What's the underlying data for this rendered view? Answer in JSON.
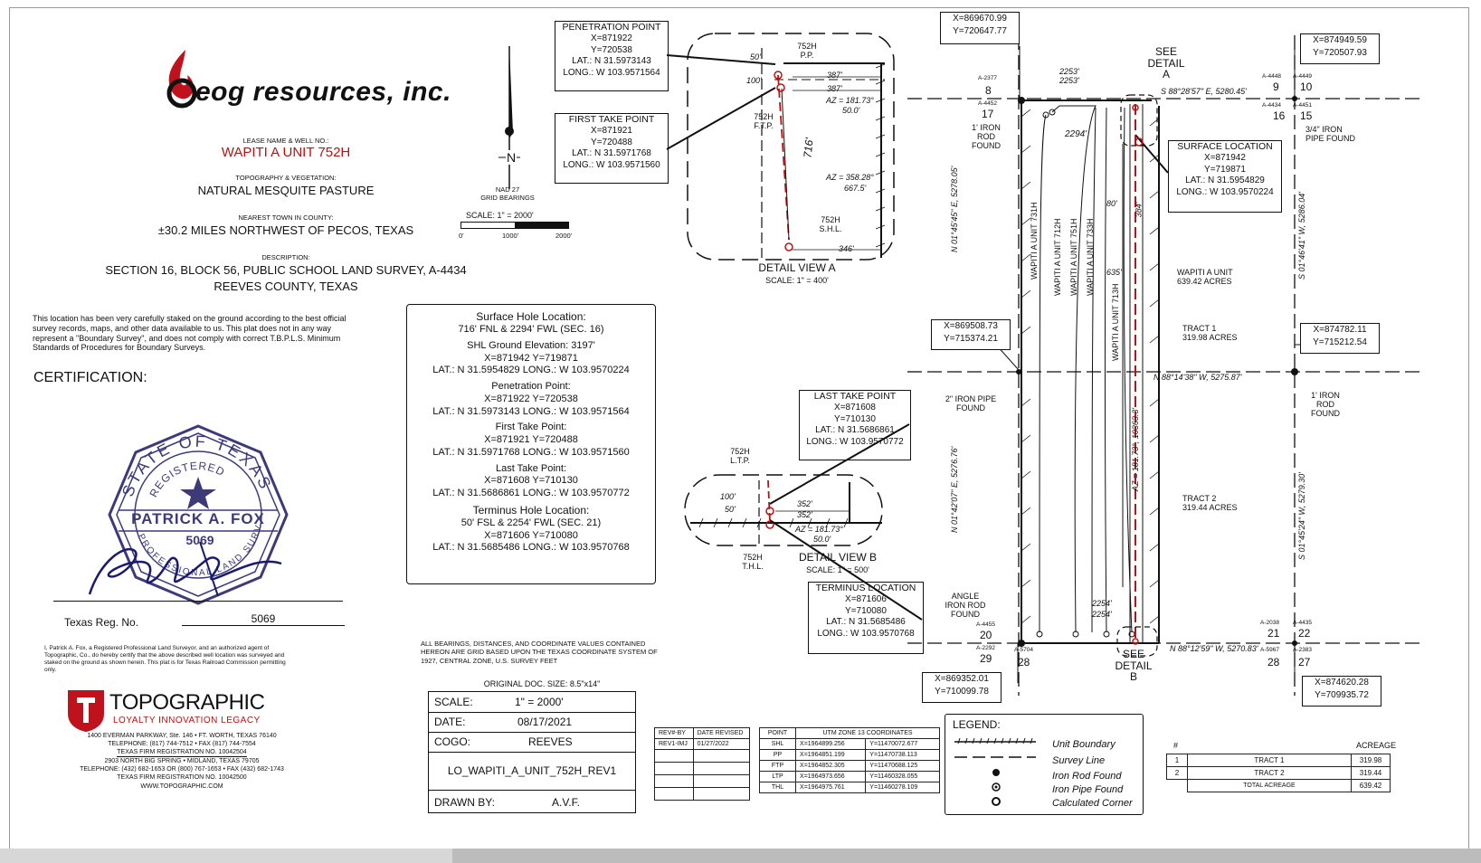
{
  "header": {
    "company": "eog resources, inc.",
    "lease_label": "LEASE NAME & WELL NO.:",
    "lease_value": "WAPITI A UNIT 752H",
    "topo_label": "TOPOGRAPHY & VEGETATION:",
    "topo_value": "NATURAL MESQUITE PASTURE",
    "town_label": "NEAREST TOWN IN COUNTY:",
    "town_value": "±30.2 MILES NORTHWEST OF PECOS, TEXAS",
    "desc_label": "DESCRIPTION:",
    "desc_line1": "SECTION 16, BLOCK 56, PUBLIC SCHOOL LAND SURVEY, A-4434",
    "desc_line2": "REEVES COUNTY, TEXAS"
  },
  "north": {
    "n": "N",
    "datum": "NAD 27",
    "bearings": "GRID BEARINGS",
    "scale": "SCALE: 1\"  =  2000'",
    "tick0": "0'",
    "tick1": "1000'",
    "tick2": "2000'"
  },
  "certification": {
    "disclaimer": "This location has been very carefully staked on the ground according to the best official survey records, maps, and other data available to us. This plat does not in any way represent a \"Boundary Survey\", and does not comply with correct T.B.P.L.S. Minimum Standards of Procedures for Boundary Surveys.",
    "title": "CERTIFICATION:",
    "seal_state": "STATE OF TEXAS",
    "seal_registered": "REGISTERED",
    "seal_name": "PATRICK A. FOX",
    "seal_number": "5069",
    "seal_bottom": "PROFESSIONAL LAND SURVEYOR",
    "reg_label": "Texas Reg. No.",
    "reg_value": "5069",
    "statement": "I, Patrick A. Fox, a Registered Professional Land Surveyor, and an authorized agent of Topographic, Co., do hereby certify that the above described well location was surveyed and staked on the ground as shown herein. This plat is for Texas Railroad Commission permitting only."
  },
  "topographic": {
    "name": "TOPOGRAPHIC",
    "tagline": "LOYALTY   INNOVATION   LEGACY",
    "line1": "1400 EVERMAN PARKWAY, Ste. 146 • FT. WORTH, TEXAS 76140",
    "line2": "TELEPHONE: (817) 744-7512 • FAX (817) 744-7554",
    "line3": "TEXAS FIRM REGISTRATION NO. 10042504",
    "line4": "2903 NORTH BIG SPRING • MIDLAND, TEXAS 79705",
    "line5": "TELEPHONE: (432) 682-1653 OR (800) 767-1653 • FAX (432) 682-1743",
    "line6": "TEXAS FIRM REGISTRATION NO. 10042500",
    "line7": "WWW.TOPOGRAPHIC.COM"
  },
  "surface_summary": {
    "shl_title": "Surface Hole Location:",
    "shl_line1": "716' FNL & 2294' FWL (SEC. 16)",
    "shl_elev": "SHL Ground Elevation: 3197'",
    "shl_xy": "X=871942 Y=719871",
    "shl_latlong": "LAT.: N 31.5954829 LONG.: W 103.9570224",
    "pp_title": "Penetration Point:",
    "pp_xy": "X=871922 Y=720538",
    "pp_latlong": "LAT.: N 31.5973143 LONG.: W 103.9571564",
    "ftp_title": "First Take Point:",
    "ftp_xy": "X=871921 Y=720488",
    "ftp_latlong": "LAT.: N 31.5971768 LONG.: W 103.9571560",
    "ltp_title": "Last Take Point:",
    "ltp_xy": "X=871608 Y=710130",
    "ltp_latlong": "LAT.: N 31.5686861 LONG.: W 103.9570772",
    "th_title": "Terminus Hole Location:",
    "th_line1": "50' FSL & 2254' FWL (SEC. 21)",
    "th_xy": "X=871606 Y=710080",
    "th_latlong": "LAT.: N 31.5685486 LONG.: W 103.9570768"
  },
  "bearings_note": "ALL BEARINGS, DISTANCES, AND COORDINATE VALUES CONTAINED HEREON ARE GRID BASED UPON THE TEXAS COORDINATE SYSTEM OF 1927, CENTRAL ZONE, U.S. SURVEY FEET",
  "title_block": {
    "orig_size": "ORIGINAL DOC. SIZE: 8.5\"x14\"",
    "scale_label": "SCALE:",
    "scale_value": "1\" = 2000'",
    "date_label": "DATE:",
    "date_value": "08/17/2021",
    "cogo_label": "COGO:",
    "cogo_value": "REEVES",
    "file": "LO_WAPITI_A_UNIT_752H_REV1",
    "drawn_label": "DRAWN BY:",
    "drawn_value": "A.V.F."
  },
  "revisions": {
    "h1": "REV#-BY",
    "h2": "DATE REVISED",
    "r1c1": "REV1-IMJ",
    "r1c2": "01/27/2022"
  },
  "utm_table": {
    "h1": "POINT",
    "h2": "UTM ZONE 13 COORDINATES",
    "rows": [
      {
        "p": "SHL",
        "x": "X=1964899.256",
        "y": "Y=11470072.677"
      },
      {
        "p": "PP",
        "x": "X=1964851.199",
        "y": "Y=11470738.113"
      },
      {
        "p": "FTP",
        "x": "X=1964852.305",
        "y": "Y=11470688.125"
      },
      {
        "p": "LTP",
        "x": "X=1964973.656",
        "y": "Y=11460328.055"
      },
      {
        "p": "THL",
        "x": "X=1964975.761",
        "y": "Y=11460278.109"
      }
    ]
  },
  "legend": {
    "title": "LEGEND:",
    "i1": "Unit Boundary",
    "i2": "Survey Line",
    "i3": "Iron Rod Found",
    "i4": "Iron Pipe Found",
    "i5": "Calculated Corner"
  },
  "acreage": {
    "h_num": "#",
    "h_acre": "ACREAGE",
    "r1n": "1",
    "r1t": "TRACT 1",
    "r1a": "319.98",
    "r2n": "2",
    "r2t": "TRACT 2",
    "r2a": "319.44",
    "total_label": "TOTAL ACREAGE",
    "total_value": "639.42"
  },
  "callouts": {
    "pp": {
      "title": "PENETRATION POINT",
      "x": "X=871922",
      "y": "Y=720538",
      "lat": "LAT.: N 31.5973143",
      "long": "LONG.: W 103.9571564"
    },
    "ftp": {
      "title": "FIRST TAKE POINT",
      "x": "X=871921",
      "y": "Y=720488",
      "lat": "LAT.: N 31.5971768",
      "long": "LONG.: W 103.9571560"
    },
    "ltp": {
      "title": "LAST TAKE POINT",
      "x": "X=871608",
      "y": "Y=710130",
      "lat": "LAT.: N 31.5686861",
      "long": "LONG.: W 103.9570772"
    },
    "tl": {
      "title": "TERMINUS LOCATION",
      "x": "X=871606",
      "y": "Y=710080",
      "lat": "LAT.: N 31.5685486",
      "long": "LONG.: W 103.9570768"
    },
    "sl": {
      "title": "SURFACE LOCATION",
      "x": "X=871942",
      "y": "Y=719871",
      "lat": "LAT.: N 31.5954829",
      "long": "LONG.: W 103.9570224"
    }
  },
  "detail_a": {
    "title": "DETAIL VIEW A",
    "scale": "SCALE: 1\" = 400'",
    "pp": "752H P.P.",
    "ftp": "752H F.T.P.",
    "shl": "752H S.H.L.",
    "d50": "50'",
    "d100": "100'",
    "d387a": "387'",
    "d387b": "387'",
    "az1": "AZ = 181.73°",
    "az1b": "50.0'",
    "d716": "716'",
    "az2": "AZ = 358.28°",
    "az2b": "667.5'",
    "d346": "346'"
  },
  "detail_b": {
    "title": "DETAIL VIEW B",
    "scale": "SCALE: 1\" = 500'",
    "ltp": "752H L.T.P.",
    "thl": "752H T.H.L.",
    "d100": "100'",
    "d50": "50'",
    "d352a": "352'",
    "d352b": "352'",
    "az": "AZ = 181.73°",
    "azb": "50.0'"
  },
  "map": {
    "xy_nw": "X=869670.99\nY=720647.77",
    "xy_ne": "X=874949.59\nY=720507.93",
    "xy_w": "X=869508.73\nY=715374.21",
    "xy_e": "X=874782.11\nY=715212.54",
    "xy_sw": "X=869352.01\nY=710099.78",
    "xy_se": "X=874620.28\nY=709935.72",
    "see_a": "SEE\nDETAIL\nA",
    "see_b": "SEE\nDETAIL\nB",
    "bearing_n": "S 88°28'57\" E, 5280.45'",
    "bearing_mid": "N 88°14'38\" W, 5275.87'",
    "bearing_s": "N 88°12'59\" W, 5270.83'",
    "bearing_w1": "N 01°45'45\" E, 5278.05'",
    "bearing_w2": "N 01°42'07\" E, 5276.76'",
    "bearing_e1": "S 01°46'41\" W, 5286.04'",
    "bearing_e2": "S 01°45'24\" W, 5279.30'",
    "d2253a": "2253'",
    "d2253b": "2253'",
    "d2294": "2294'",
    "d2254a": "2254'",
    "d2254b": "2254'",
    "d80": "80'",
    "d384": "384'",
    "d635": "635'",
    "az_lat": "AZ = 181.73°, 10363.3'",
    "unit_acres": "WAPITI A UNIT\n639.42 ACRES",
    "tract1": "TRACT 1\n319.98 ACRES",
    "tract2": "TRACT 2\n319.44 ACRES",
    "w731": "WAPITI A UNIT 731H",
    "w712": "WAPITI A UNIT 712H",
    "w751": "WAPITI A UNIT 751H",
    "w733": "WAPITI A UNIT 733H",
    "w713": "WAPITI A UNIT 713H",
    "iron_rod_nw": "1' IRON\nROD\nFOUND",
    "iron_pipe_ne": "3/4\" IRON\nPIPE FOUND",
    "iron_pipe_w": "2\" IRON PIPE\nFOUND",
    "iron_rod_e": "1' IRON\nROD\nFOUND",
    "angle_iron": "ANGLE\nIRON ROD\nFOUND",
    "s8": "8",
    "s9": "9",
    "s10": "10",
    "s17": "17",
    "s16": "16",
    "s15": "15",
    "s20": "20",
    "s21": "21",
    "s22": "22",
    "s29": "29",
    "s28a": "28",
    "s28b": "28",
    "s27": "27",
    "a2377": "A-2377",
    "a4448": "A-4448",
    "a4449": "A-4449",
    "a4452": "A-4452",
    "a4434": "A-4434",
    "a4451": "A-4451",
    "a4455": "A-4455",
    "a2038": "A-2038",
    "a4435": "A-4435",
    "a2292": "A-2292",
    "a5704": "A-5704",
    "a5967": "A-5967",
    "a2383": "A-2383"
  }
}
